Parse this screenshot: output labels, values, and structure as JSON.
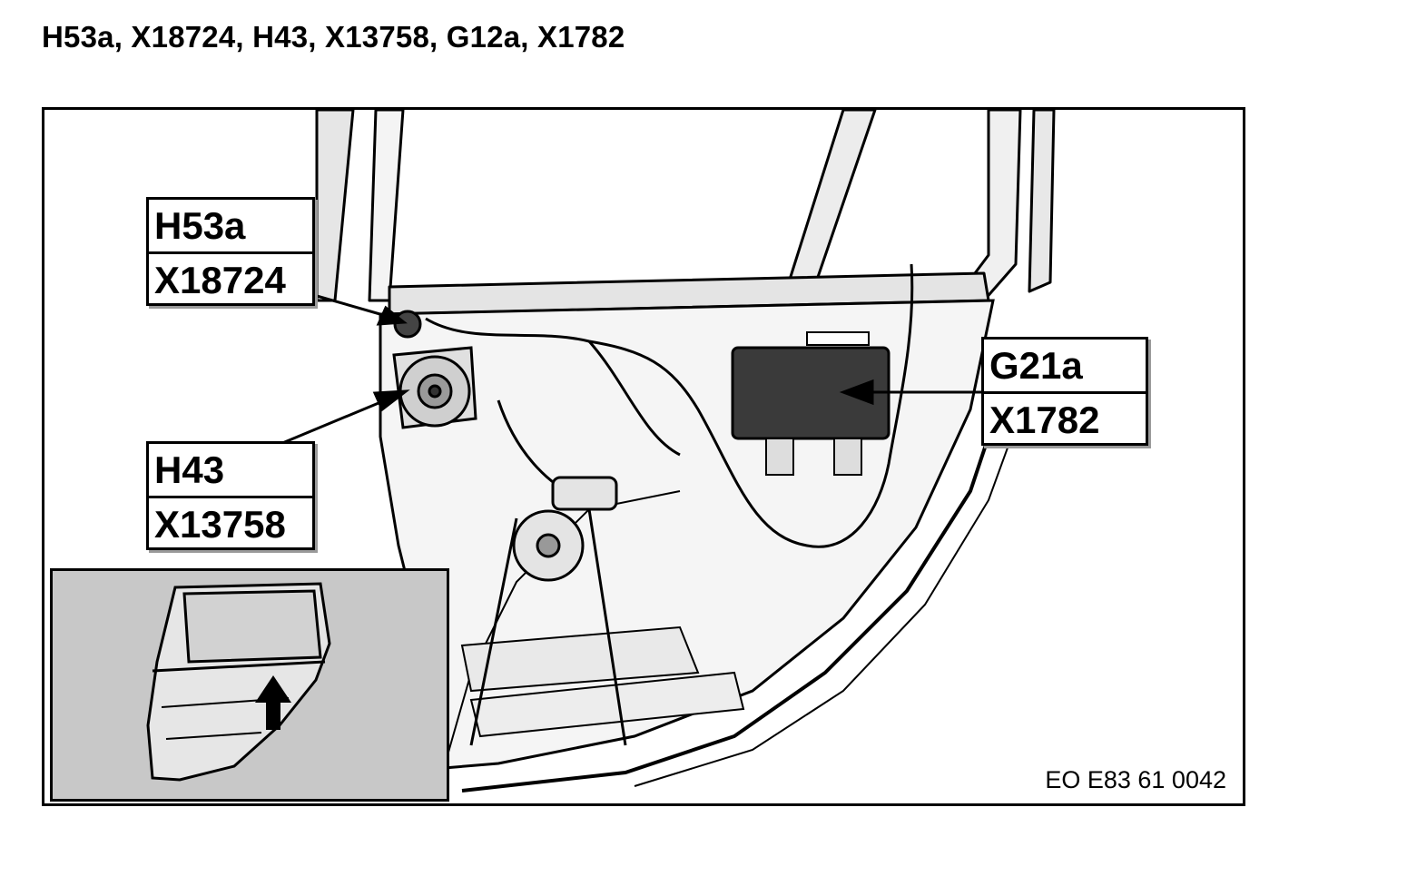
{
  "title": "H53a, X18724, H43, X13758, G12a, X1782",
  "callouts": {
    "top_left": [
      "H53a",
      "X18724"
    ],
    "bottom_left": [
      "H43",
      "X13758"
    ],
    "right": [
      "G21a",
      "X1782"
    ]
  },
  "reference": "EO E83 61 0042",
  "colors": {
    "line": "#000000",
    "panel": "#f2f2f2",
    "module": "#3a3a3a",
    "inset_bg": "#c8c8c8"
  }
}
